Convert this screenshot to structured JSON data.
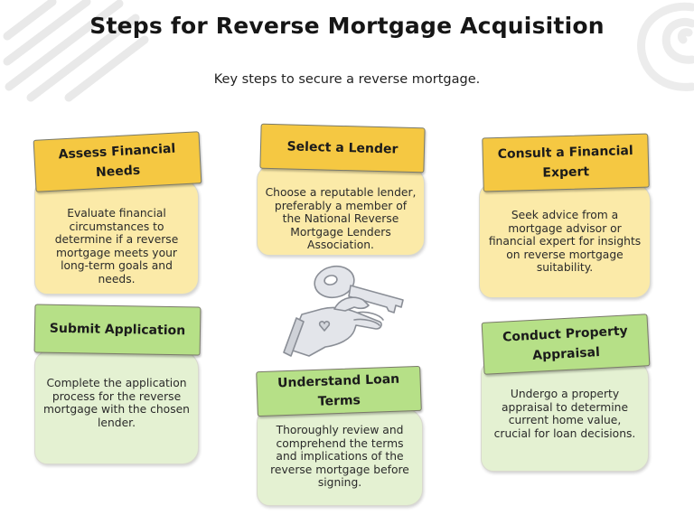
{
  "title": "Steps for Reverse Mortgage Acquisition",
  "subtitle": "Key steps to secure a reverse mortgage.",
  "colors": {
    "yellow_header": "#f5c842",
    "yellow_body": "#fbeaa8",
    "green_header": "#b6e087",
    "green_body": "#e4f1d2"
  },
  "icons": [
    "hand-holding-key-icon"
  ],
  "steps": [
    {
      "title": "Assess Financial Needs",
      "description": "Evaluate financial circumstances to determine if a reverse mortgage meets your long-term goals and needs."
    },
    {
      "title": "Select a Lender",
      "description": "Choose a reputable lender, preferably a member of the National Reverse Mortgage Lenders Association."
    },
    {
      "title": "Consult a Financial Expert",
      "description": "Seek advice from a mortgage advisor or financial expert for insights on reverse mortgage suitability."
    },
    {
      "title": "Submit Application",
      "description": "Complete the application process for the reverse mortgage with the chosen lender."
    },
    {
      "title": "Understand Loan Terms",
      "description": "Thoroughly review and comprehend the terms and implications of the reverse mortgage before signing."
    },
    {
      "title": "Conduct Property Appraisal",
      "description": "Undergo a property appraisal to determine current home value, crucial for loan decisions."
    }
  ]
}
